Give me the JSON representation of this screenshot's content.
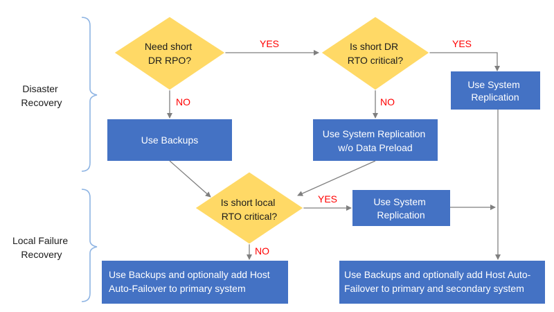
{
  "colors": {
    "box_fill": "#4472c4",
    "diamond_fill": "#ffd966",
    "answer_text": "#ff0000",
    "connector": "#7f7f7f",
    "bracket": "#8eb4e3"
  },
  "sections": {
    "disaster_recovery": [
      "Disaster",
      "Recovery"
    ],
    "local_failure_recovery": [
      "Local Failure",
      "Recovery"
    ]
  },
  "decisions": {
    "need_short_dr_rpo": [
      "Need short",
      "DR RPO?"
    ],
    "short_dr_rto_critical": [
      "Is short DR",
      "RTO critical?"
    ],
    "short_local_rto_critical": [
      "Is short local",
      "RTO critical?"
    ]
  },
  "actions": {
    "use_system_replication_dr": [
      "Use System",
      "Replication"
    ],
    "use_backups": [
      "Use Backups"
    ],
    "use_system_replication_no_preload": [
      "Use System Replication",
      "w/o Data Preload"
    ],
    "use_system_replication_local": [
      "Use System",
      "Replication"
    ],
    "backups_host_autofailover_primary": [
      "Use Backups and optionally add Host",
      "Auto-Failover to primary system"
    ],
    "backups_host_autofailover_primary_secondary": [
      "Use Backups and optionally add Host Auto-",
      "Failover to primary  and secondary system"
    ]
  },
  "answers": {
    "rpo_yes": "YES",
    "rpo_no": "NO",
    "dr_rto_yes": "YES",
    "dr_rto_no": "NO",
    "local_rto_yes": "YES",
    "local_rto_no": "NO"
  }
}
